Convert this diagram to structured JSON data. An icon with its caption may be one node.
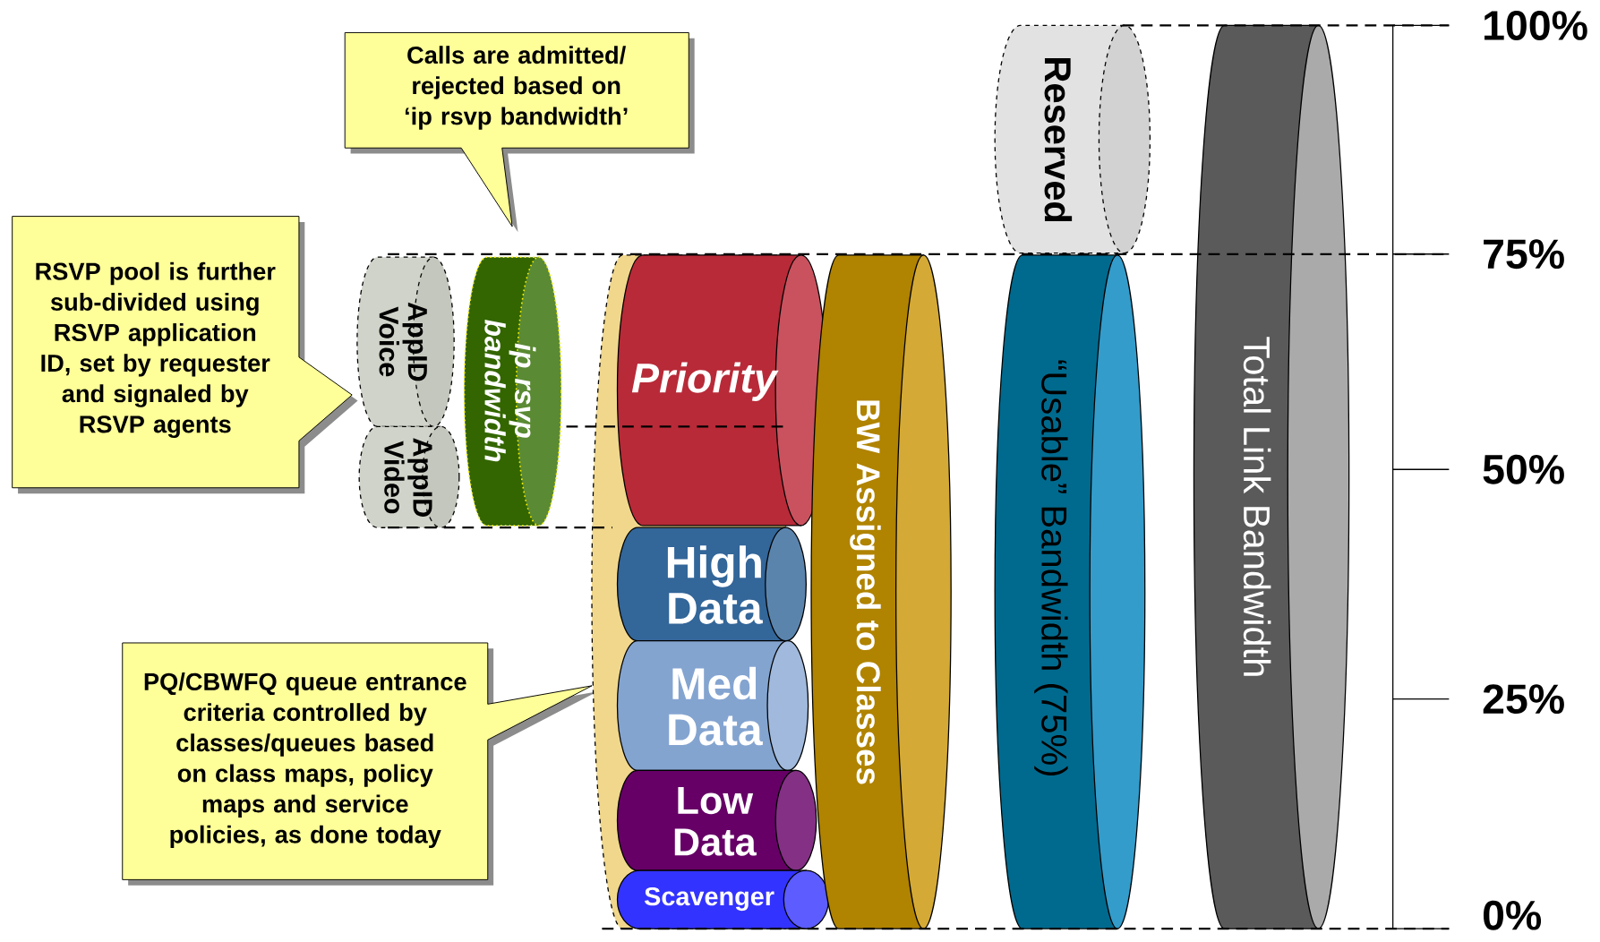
{
  "diagram": {
    "nodes": [
      {
        "text": [
          "Calls are admitted/ rejected based on ‘ip rsvp bandwidth’"
        ]
      },
      {
        "text": [
          "RSVP pool is further sub-divided using RSVP application ID, set by requester and signaled by RSVP agents"
        ]
      },
      {
        "text": [
          "PQ/CBWFQ queue entrance criteria controlled by classes/queues based on class maps, policy maps and service policies, as done today"
        ]
      },
      {
        "text": [
          "AppID Voice"
        ]
      },
      {
        "text": [
          "AppID Video"
        ]
      },
      {
        "text": [
          "ip rsvp bandwidth"
        ]
      },
      {
        "text": [],
        "shape": "cylinder"
      },
      {
        "text": [
          "Priority"
        ]
      },
      {
        "text": [
          "High Data"
        ],
        "in": 6
      },
      {
        "text": [
          "Med Data"
        ],
        "in": 6
      },
      {
        "text": [
          "Low Data"
        ],
        "in": 6
      },
      {
        "text": [
          "Scavenger"
        ]
      },
      {
        "text": [
          "BW Assigned to Classes"
        ]
      },
      {
        "text": [
          "Reserved"
        ]
      },
      {
        "text": [
          "“Usable” Bandwidth (75%)"
        ]
      },
      {
        "text": [
          "Total Link Bandwidth"
        ]
      }
    ],
    "labels": [
      "100%",
      "75%",
      "50%",
      "25%",
      "0%"
    ]
  }
}
